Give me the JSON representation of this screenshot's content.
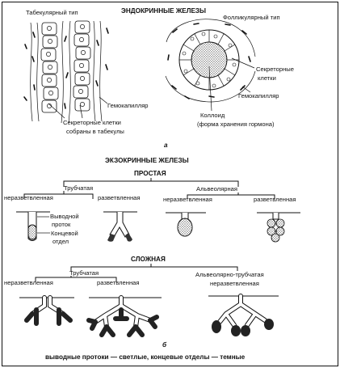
{
  "endocrine": {
    "title": "ЭНДОКРИННЫЕ ЖЕЛЕЗЫ",
    "tabular_type": "Табекулярный тип",
    "follicular_type": "Фолликулярный тип",
    "secretory_cells": "Секреторные",
    "secretory_cells_2": "клетки",
    "hemocapillary": "Гемокапилляр",
    "hemocapillary_left": "Гемокапилляр",
    "colloid": "Коллоид",
    "colloid_note": "(форма хранения гормона)",
    "trabecula_cells_1": "Секреторные клетки",
    "trabecula_cells_2": "собраны в табекулы",
    "panel_label": "а"
  },
  "exocrine": {
    "title": "ЭКЗОКРИННЫЕ ЖЕЛЕЗЫ",
    "simple": "ПРОСТАЯ",
    "tubular": "Трубчатая",
    "alveolar": "Альвеолярная",
    "unbranched": "неразветвленная",
    "branched": "разветвленная",
    "alv_unbranched": "неразветвленная",
    "alv_branched": "разветвленная",
    "duct_1": "Выводной",
    "duct_2": "проток",
    "end_1": "Концевой",
    "end_2": "отдел",
    "complex": "СЛОЖНАЯ",
    "c_tubular": "Трубчатая",
    "c_unbranched": "неразветвленная",
    "c_branched": "разветвленная",
    "c_alv_1": "Альвеолярно-трубчатая",
    "c_alv_2": "неразветвленная",
    "panel_label": "б",
    "caption": "выводные протоки — светлые, концевые отделы — темные"
  },
  "colors": {
    "ink": "#111111",
    "paper": "#ffffff",
    "duct": "#ffffff",
    "end": "#333333"
  }
}
